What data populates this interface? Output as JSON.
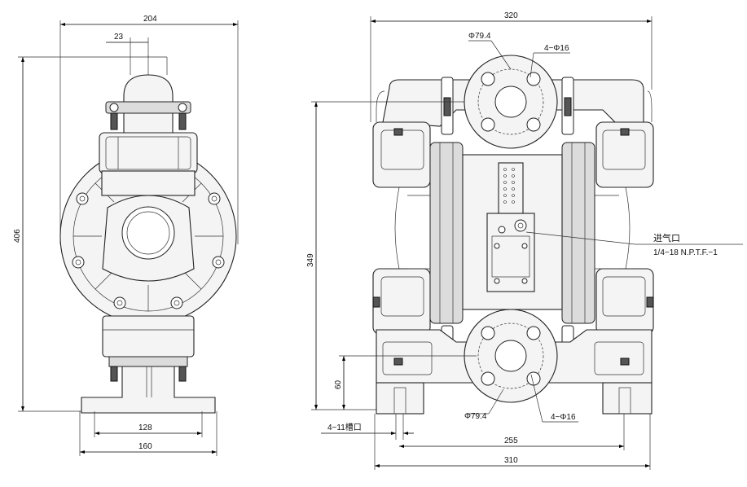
{
  "left_view": {
    "dim_width_top": "204",
    "dim_inlet_offset": "23",
    "dim_height": "406",
    "dim_base_inner": "128",
    "dim_base_outer": "160"
  },
  "right_view": {
    "dim_width_top": "320",
    "dim_height": "349",
    "dim_outlet_height": "60",
    "dim_slot_span": "255",
    "dim_base_width": "310",
    "top_flange_diameter": "Φ79.4",
    "top_bolt_holes": "4−Φ16",
    "bottom_flange_diameter": "Φ79.4",
    "bottom_bolt_holes": "4−Φ16",
    "slot_note": "4−11槽口",
    "air_inlet_label": "进气口",
    "air_inlet_thread": "1/4−18 N.P.T.F.−1"
  }
}
